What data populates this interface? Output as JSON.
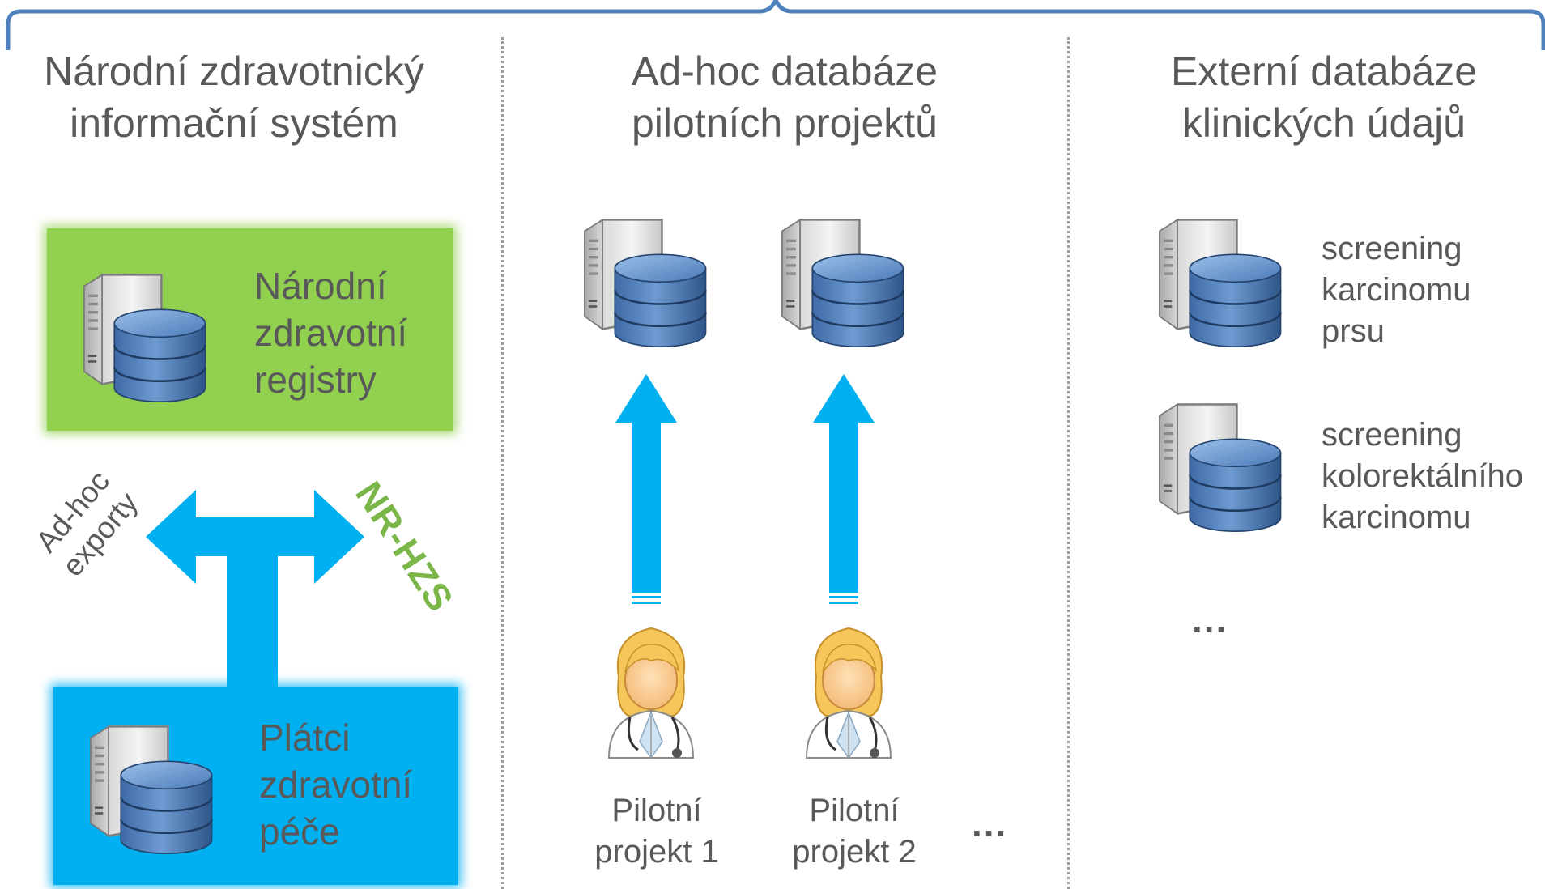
{
  "columns": [
    {
      "title": "Národní zdravotnický\ninformační systém"
    },
    {
      "title": "Ad-hoc databáze\npilotních projektů"
    },
    {
      "title": "Externí databáze\nklinických údajů"
    }
  ],
  "national": {
    "registry_label": "Národní\nzdravotní\nregistry",
    "payer_label": "Plátci\nzdravotní\npéče",
    "export_label": "Ad-hoc\nexporty",
    "nrhzs_label": "NR-HZS"
  },
  "pilots": {
    "items": [
      {
        "label": "Pilotní\nprojekt 1"
      },
      {
        "label": "Pilotní\nprojekt 2"
      }
    ],
    "more": "..."
  },
  "external": {
    "items": [
      {
        "label": "screening\nkarcinomu\nprsu"
      },
      {
        "label": "screening\nkolorektálního\nkarcinomu"
      }
    ],
    "more": "..."
  },
  "colors": {
    "green": "#92d050",
    "blue": "#00b0f0",
    "bracket": "#4f81bd",
    "text": "#595959"
  }
}
